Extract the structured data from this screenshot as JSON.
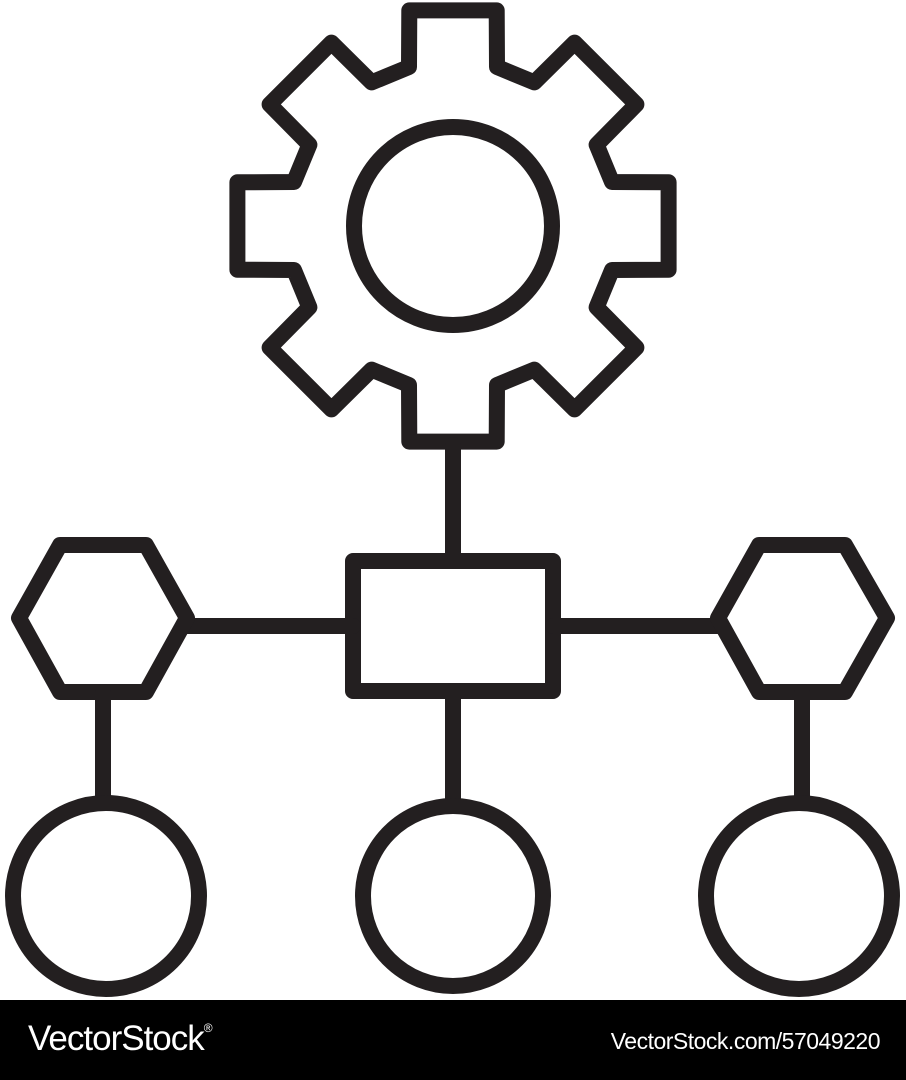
{
  "colors": {
    "stroke": "#231f20",
    "background": "#ffffff",
    "footer_background": "#000000",
    "footer_text": "#ffffff"
  },
  "diagram": {
    "top_node": "gear-icon",
    "hub_node": "rectangle",
    "side_nodes": [
      "hexagon",
      "hexagon"
    ],
    "leaf_nodes": [
      "circle",
      "circle",
      "circle"
    ]
  },
  "footer": {
    "brand": "VectorStock",
    "registered_mark": "®",
    "image_id": "VectorStock.com/57049220"
  }
}
